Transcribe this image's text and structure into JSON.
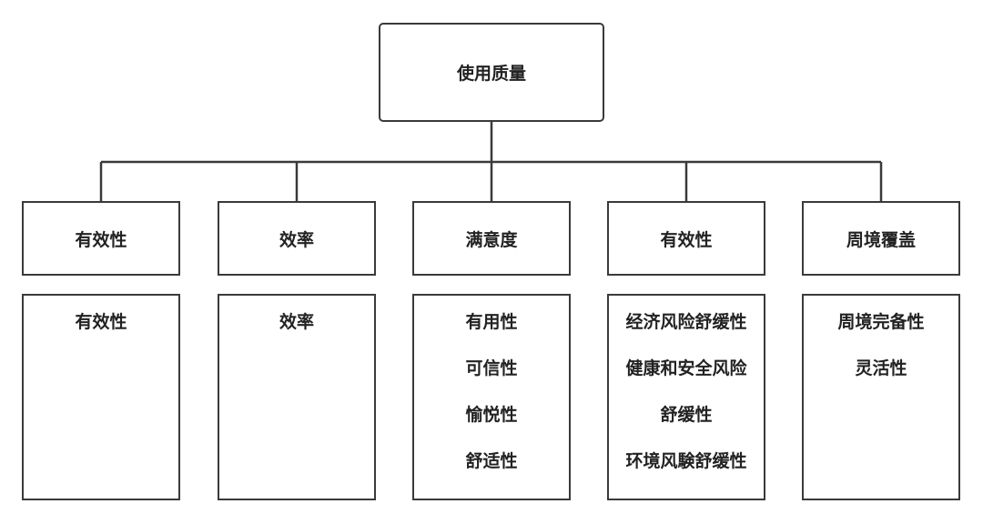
{
  "root": {
    "label": "使用质量"
  },
  "categories": [
    {
      "label": "有效性",
      "items": [
        "有效性"
      ]
    },
    {
      "label": "效率",
      "items": [
        "效率"
      ]
    },
    {
      "label": "满意度",
      "items": [
        "有用性",
        "可信性",
        "愉悦性",
        "舒适性"
      ]
    },
    {
      "label": "有效性",
      "items": [
        "经济风险舒缓性",
        "健康和安全风险",
        "舒缓性",
        "环境风験舒缓性"
      ]
    },
    {
      "label": "周境覆盖",
      "items": [
        "周境完备性",
        "灵活性"
      ]
    }
  ],
  "colors": {
    "stroke": "#3a3a3a",
    "text": "#222222",
    "background": "#ffffff"
  }
}
